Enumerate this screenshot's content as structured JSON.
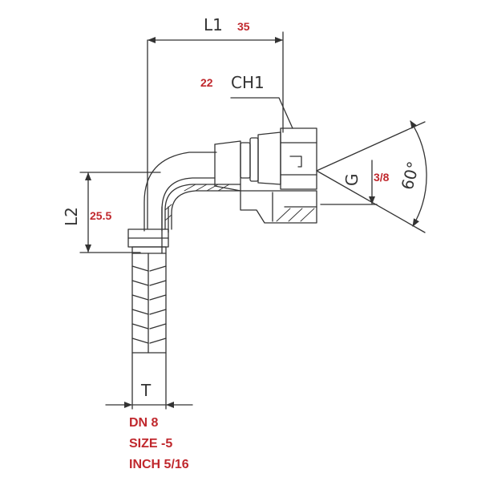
{
  "dimensions": {
    "l1": {
      "label": "L1",
      "value": "35"
    },
    "ch1": {
      "label": "CH1",
      "value": "22"
    },
    "l2": {
      "label": "L2",
      "value": "25.5"
    },
    "g": {
      "label": "G",
      "value": "3/8"
    },
    "angle": {
      "label": "60°"
    },
    "t": {
      "label": "T"
    }
  },
  "specs": {
    "dn": "DN 8",
    "size": "SIZE -5",
    "inch": "INCH 5/16"
  },
  "colors": {
    "value_text": "#c0282d",
    "line": "#333333"
  }
}
